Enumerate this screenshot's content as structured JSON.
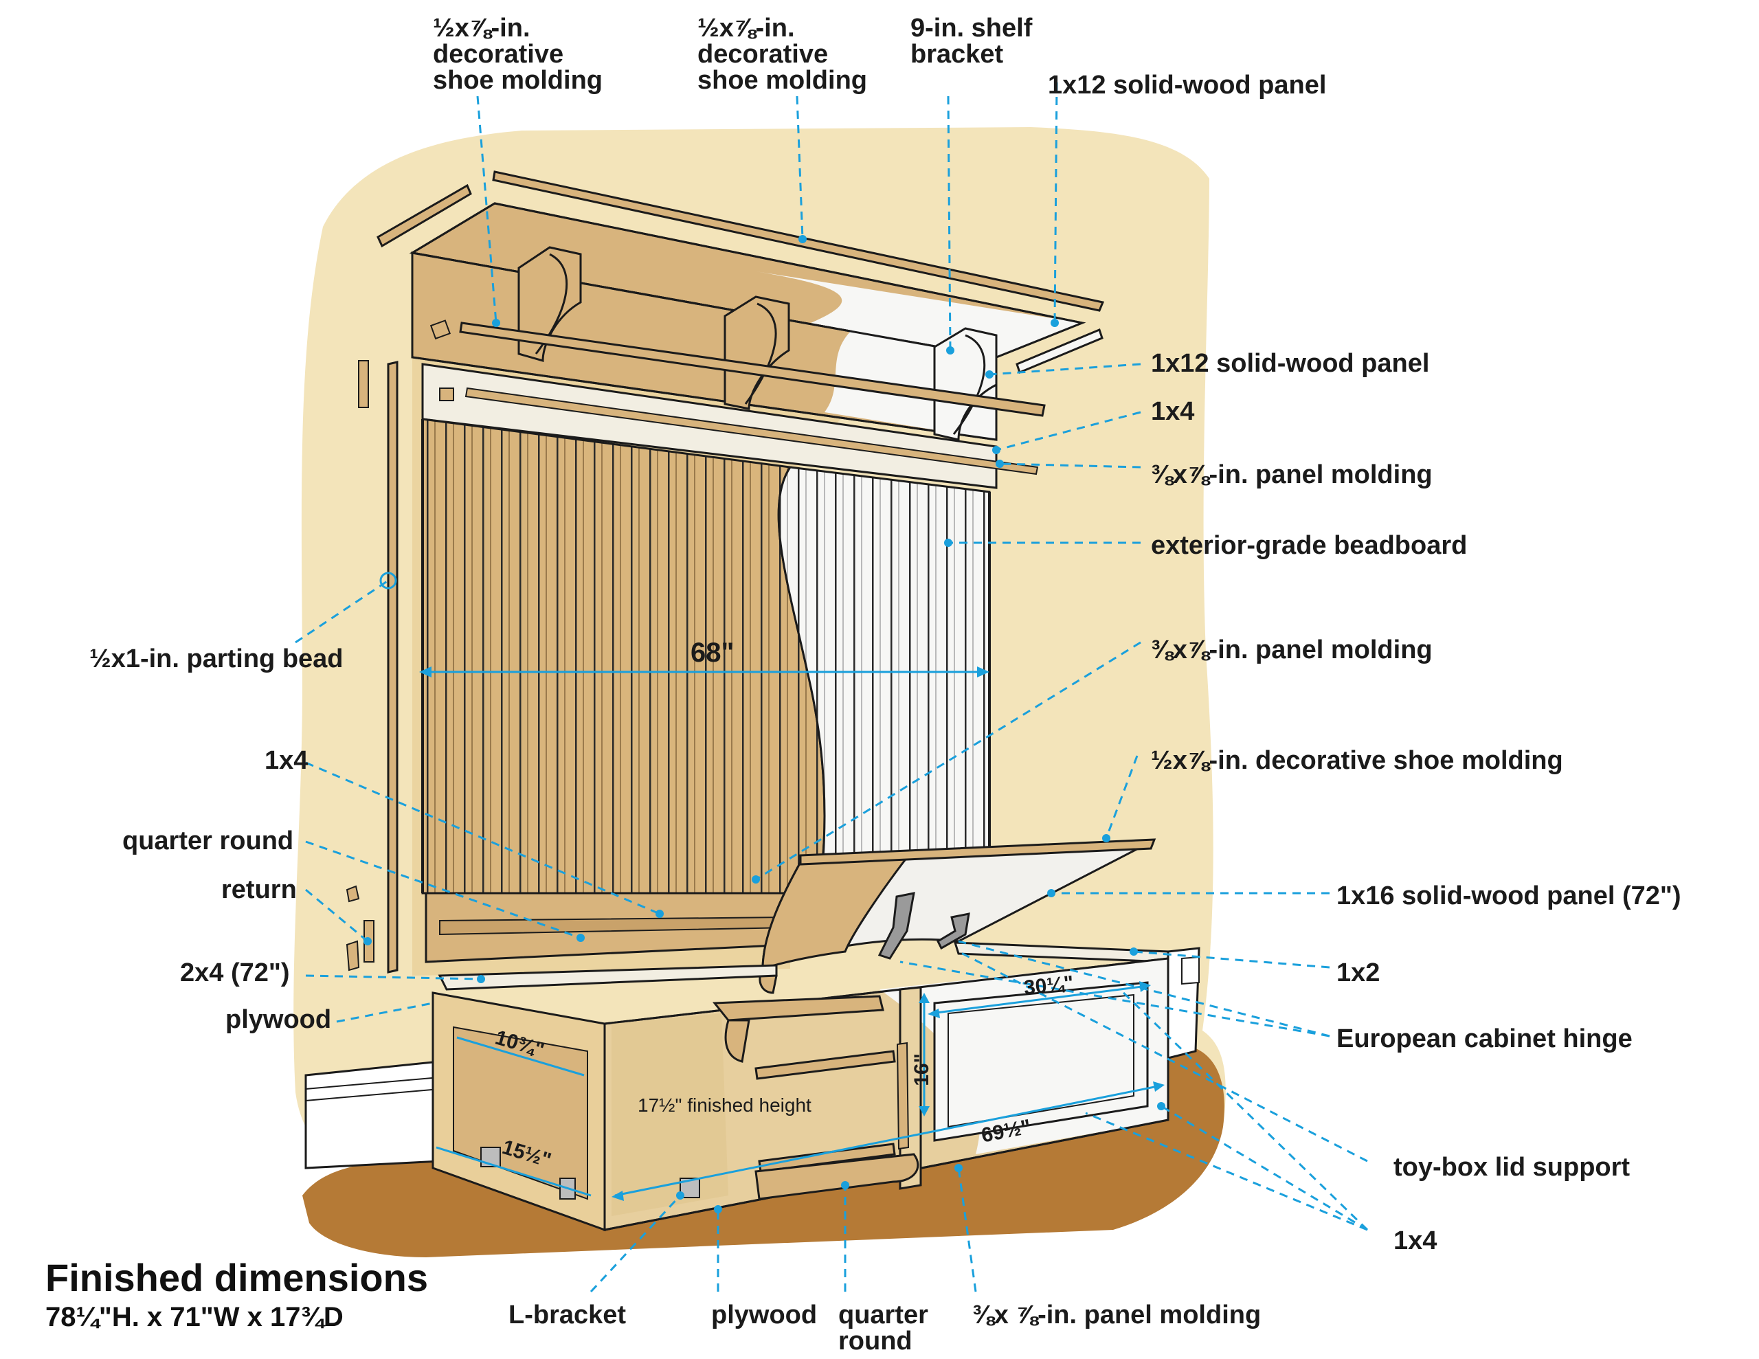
{
  "footer": {
    "title": "Finished dimensions",
    "dimensions": "78¼\"H. x 71\"W x 17¾D"
  },
  "labels": {
    "top_shoe_molding_1": "½x⅞-in.\ndecorative\nshoe molding",
    "top_shoe_molding_2": "½x⅞-in.\ndecorative\nshoe molding",
    "shelf_bracket": "9-in. shelf\nbracket",
    "top_panel": "1x12 solid-wood panel",
    "mid_panel": "1x12 solid-wood panel",
    "upper_1x4": "1x4",
    "upper_panel_molding": "⅜x⅞-in. panel molding",
    "beadboard": "exterior-grade beadboard",
    "parting_bead": "½x1-in. parting bead",
    "middle_panel_molding": "⅜x⅞-in. panel molding",
    "lid_shoe_molding": "½x⅞-in. decorative shoe molding",
    "lower_1x4": "1x4",
    "quarter_round_left": "quarter round",
    "return": "return",
    "two_by_four": "2x4 (72\")",
    "lid_panel": "1x16 solid-wood panel (72\")",
    "plywood_left": "plywood",
    "one_by_two": "1x2",
    "euro_hinge": "European cabinet hinge",
    "lid_support": "toy-box lid support",
    "bottom_1x4": "1x4",
    "l_bracket": "L-bracket",
    "plywood_bottom": "plywood",
    "quarter_round_bottom": "quarter\nround",
    "bottom_panel_molding": "⅜x ⅞-in. panel molding"
  },
  "dimensions": {
    "width_68": "68\"",
    "d_30": "30¼\"",
    "d_16": "16\"",
    "d_10": "10¾\"",
    "d_175": "17½\" finished height",
    "d_155": "15½\"",
    "d_695": "69½\""
  },
  "colors": {
    "wall": "#f3e4ba",
    "wood": "#d8b47d",
    "floor": "#b57a36",
    "leader": "#1aa0dc",
    "outline": "#1b1b1b"
  }
}
